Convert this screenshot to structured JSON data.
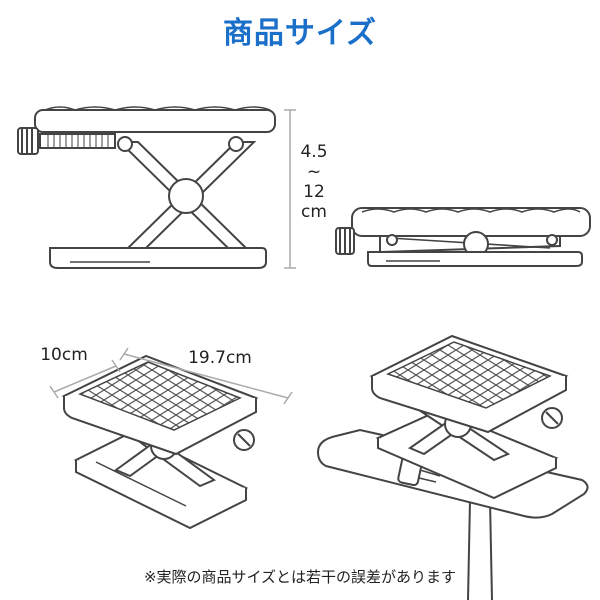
{
  "title": "商品サイズ",
  "height_dimension": {
    "min": "4.5",
    "separator": "~",
    "max": "12",
    "unit": "cm"
  },
  "width_dimension": "10cm",
  "length_dimension": "19.7cm",
  "footnote": "※実際の商品サイズとは若干の誤差があります",
  "colors": {
    "title": "#1a6fc9",
    "line": "#444444",
    "dimension": "#aaaaaa"
  }
}
